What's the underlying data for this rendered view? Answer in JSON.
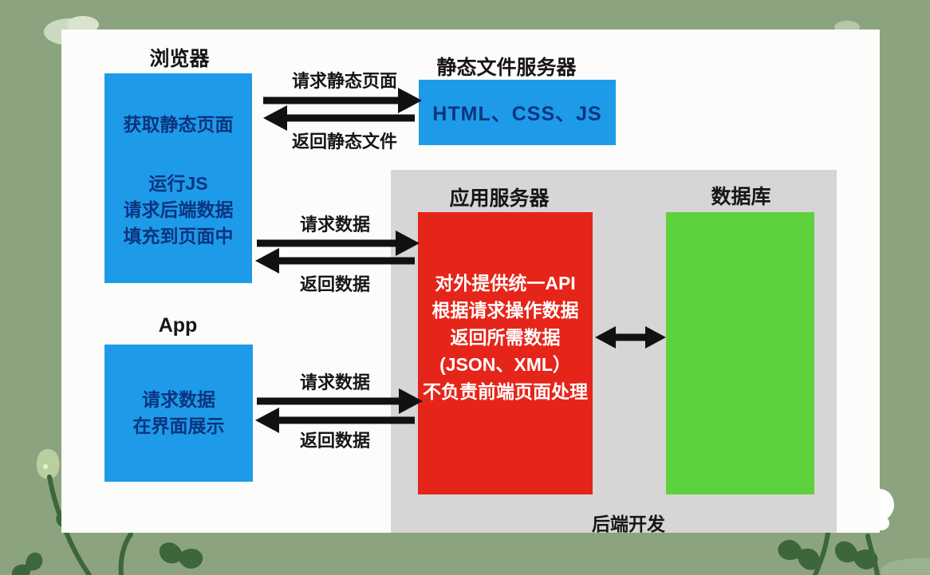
{
  "colors": {
    "background": "#8ba47f",
    "canvas": "#fcfdfa",
    "box_blue": "#1d9be9",
    "box_red": "#e6251a",
    "box_green": "#5ed23d",
    "backend_panel_gray": "#d7d5d6",
    "navy_text": "#0c347f",
    "arrow_black": "#111111",
    "plant_green": "#3d663c"
  },
  "browser": {
    "title": "浏览器",
    "box_line_top": "获取静态页面",
    "box_lines": [
      "运行JS",
      "请求后端数据",
      "填充到页面中"
    ]
  },
  "static_server": {
    "title": "静态文件服务器",
    "box_text": "HTML、CSS、JS"
  },
  "app_client": {
    "title": "App",
    "box_lines": [
      "请求数据",
      "在界面展示"
    ]
  },
  "backend_panel": {
    "caption": "后端开发",
    "app_server": {
      "title": "应用服务器",
      "box_lines": [
        "对外提供统一API",
        "根据请求操作数据",
        "返回所需数据",
        "(JSON、XML）",
        "不负责前端页面处理"
      ]
    },
    "database": {
      "title": "数据库"
    }
  },
  "flows": {
    "static_request": "请求静态页面",
    "static_response": "返回静态文件",
    "data_request": "请求数据",
    "data_response": "返回数据",
    "app_data_request": "请求数据",
    "app_data_response": "返回数据"
  }
}
